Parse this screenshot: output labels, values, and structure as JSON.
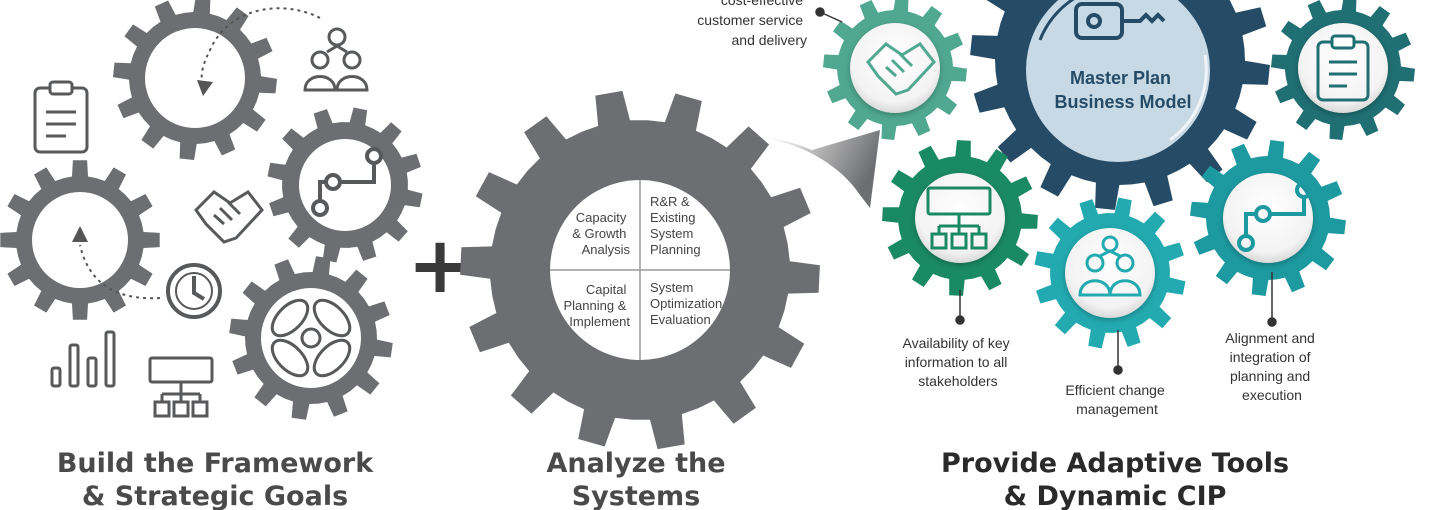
{
  "sections": {
    "framework": {
      "caption_line1": "Build the Framework",
      "caption_line2": "& Strategic Goals"
    },
    "plus": "+",
    "analyze": {
      "caption_line1": "Analyze the",
      "caption_line2": "Systems",
      "quadrants": {
        "top_left": [
          "Capacity",
          "& Growth",
          "Analysis"
        ],
        "top_right": [
          "R&R &",
          "Existing",
          "System",
          "Planning"
        ],
        "bottom_left": [
          "Capital",
          "Planning &",
          "Implement"
        ],
        "bottom_right": [
          "System",
          "Optimization",
          "Evaluation"
        ]
      }
    },
    "tools": {
      "caption_line1": "Provide Adaptive Tools",
      "caption_line2": "& Dynamic CIP",
      "center": {
        "line1": "Master Plan",
        "line2": "Business Model"
      },
      "notes": {
        "service": [
          "cost-effective",
          "customer service",
          "and delivery"
        ],
        "availability": [
          "Availability of key",
          "information to all",
          "stakeholders"
        ],
        "change": [
          "Efficient change",
          "management"
        ],
        "alignment": [
          "Alignment and",
          "integration of",
          "planning and",
          "execution"
        ]
      }
    }
  },
  "colors": {
    "gear_gray": "#6d6e71",
    "icon_gray": "#58595b",
    "navy": "#264b66",
    "key_bg": "#c7d9e4",
    "teal_light": "#4fa88f",
    "teal_dark": "#1f6f73",
    "green": "#1a8a64",
    "cyan": "#22aab0",
    "teal_mid": "#1c9aa0"
  },
  "icons": [
    "clipboard-icon",
    "people-icon",
    "path-icon",
    "handshake-icon",
    "clock-icon",
    "bar-chart-icon",
    "org-chart-icon",
    "hands-icon",
    "key-icon"
  ]
}
